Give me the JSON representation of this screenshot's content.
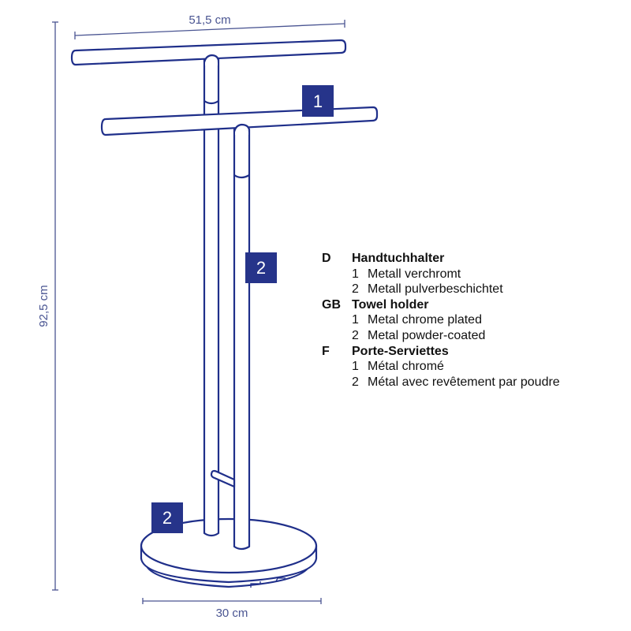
{
  "dimensions": {
    "width": "51,5 cm",
    "height": "92,5 cm",
    "base": "30 cm"
  },
  "badges": {
    "part1": "1",
    "part2_pole": "2",
    "part2_base": "2"
  },
  "legend": [
    {
      "code": "D",
      "title": "Handtuchhalter",
      "items": [
        {
          "num": "1",
          "text": "Metall verchromt"
        },
        {
          "num": "2",
          "text": "Metall pulverbeschichtet"
        }
      ]
    },
    {
      "code": "GB",
      "title": "Towel holder",
      "items": [
        {
          "num": "1",
          "text": "Metal chrome plated"
        },
        {
          "num": "2",
          "text": "Metal powder-coated"
        }
      ]
    },
    {
      "code": "F",
      "title": "Porte-Serviettes",
      "items": [
        {
          "num": "1",
          "text": "Métal chromé"
        },
        {
          "num": "2",
          "text": "Métal avec revêtement par poudre"
        }
      ]
    }
  ],
  "colors": {
    "line": "#1f2f8a",
    "badge": "#26348a",
    "dimension": "#4a5592"
  }
}
